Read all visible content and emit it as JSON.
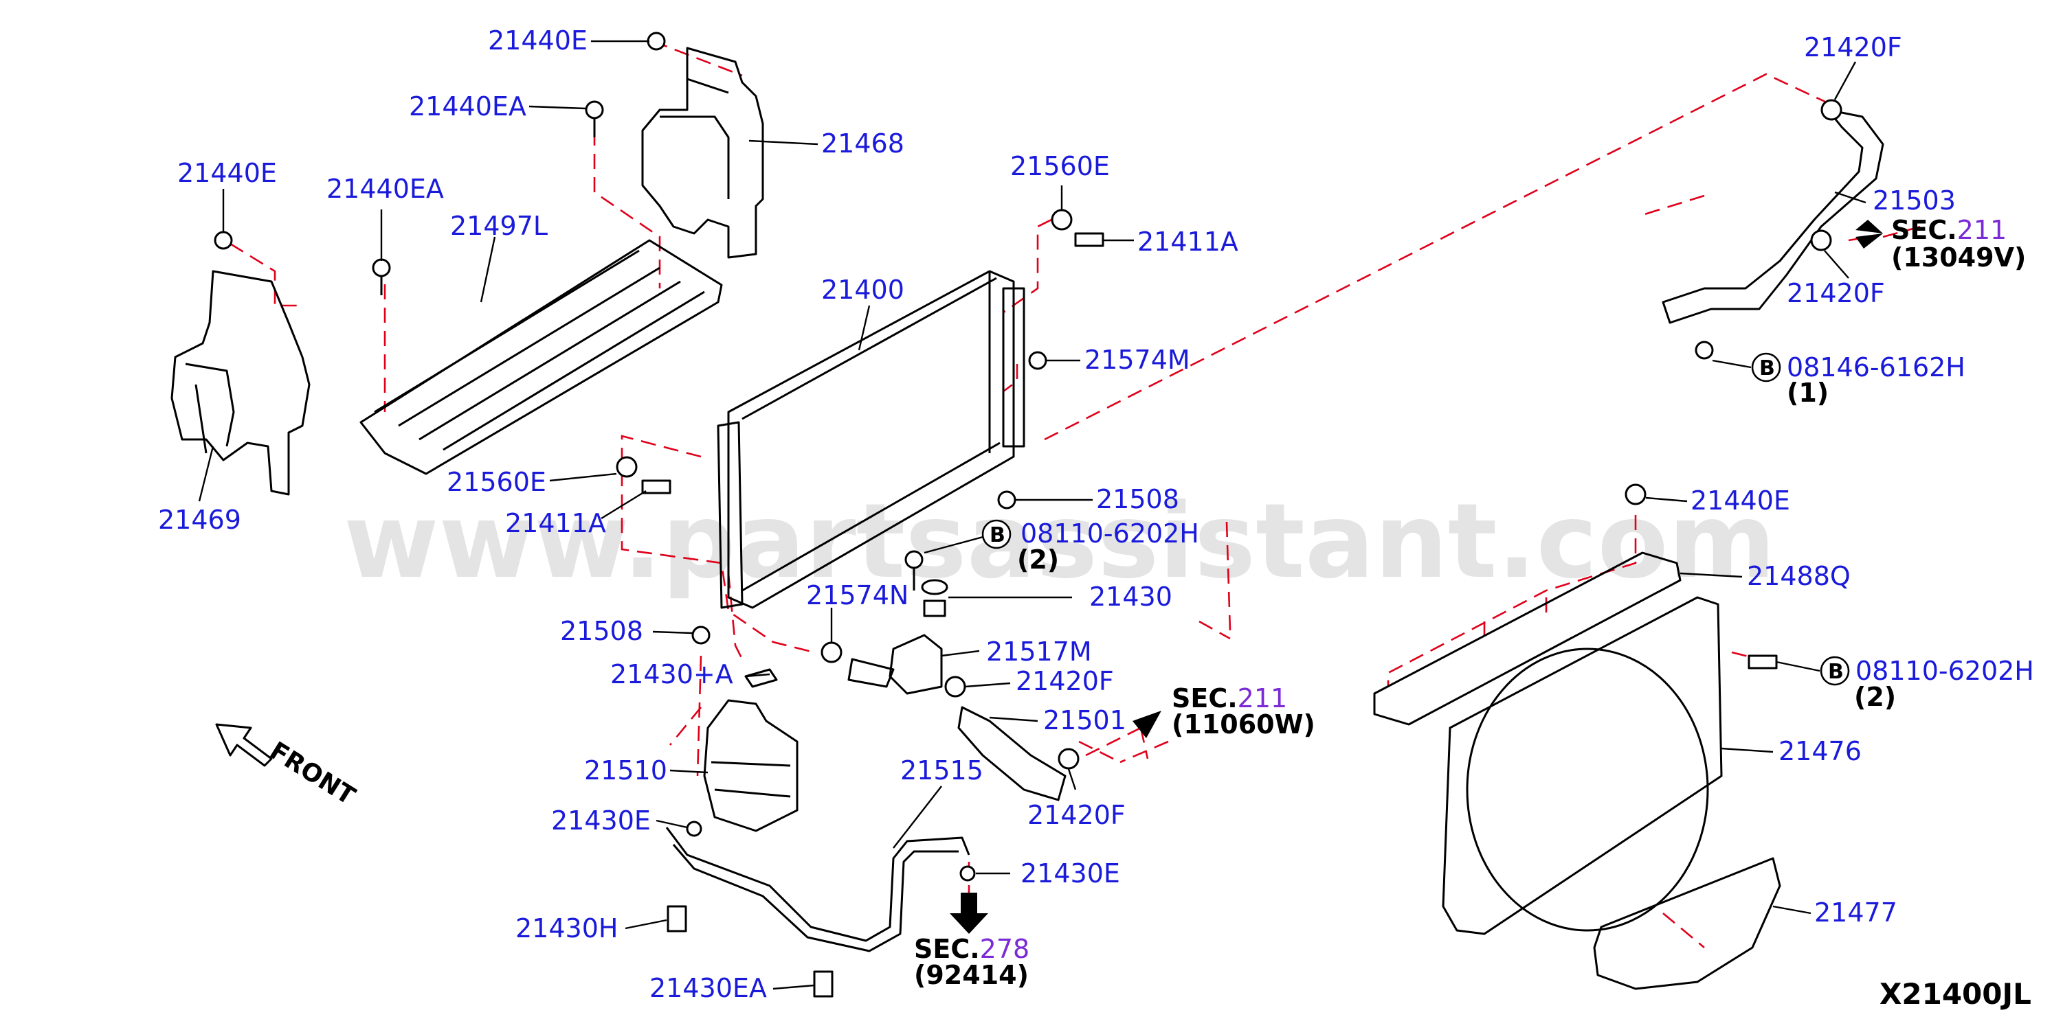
{
  "watermark": "www.partsassistant.com",
  "diagram_code": "X21400JL",
  "front_label": "FRONT",
  "bolt_marker": "B",
  "labels": {
    "p21440E_top": "21440E",
    "p21440EA_top": "21440EA",
    "p21468": "21468",
    "p21440E_left": "21440E",
    "p21440EA_left": "21440EA",
    "p21497L": "21497L",
    "p21469": "21469",
    "p21560E_top": "21560E",
    "p21411A_top": "21411A",
    "p21400": "21400",
    "p21574M": "21574M",
    "p21560E_mid": "21560E",
    "p21411A_mid": "21411A",
    "p21508_right": "21508",
    "p08110_mid": "08110-6202H",
    "p08110_mid_qty": "(2)",
    "p21574N": "21574N",
    "p21430": "21430",
    "p21508_left": "21508",
    "p21517M": "21517M",
    "p21430A": "21430+A",
    "p21420F_mid": "21420F",
    "p21501": "21501",
    "p21510": "21510",
    "p21515": "21515",
    "p21430E_left": "21430E",
    "p21420F_low": "21420F",
    "p21430E_right": "21430E",
    "p21430H": "21430H",
    "p21430EA": "21430EA",
    "p21420F_top": "21420F",
    "p21503": "21503",
    "p21420F_right": "21420F",
    "p08146": "08146-6162H",
    "p08146_qty": "(1)",
    "p21440E_right": "21440E",
    "p21488Q": "21488Q",
    "p08110_right": "08110-6202H",
    "p08110_right_qty": "(2)",
    "p21476": "21476",
    "p21477": "21477"
  },
  "sections": {
    "sec_upper": {
      "prefix": "SEC.",
      "num": "211",
      "code": "(13049V)"
    },
    "sec_mid": {
      "prefix": "SEC.",
      "num": "211",
      "code": "(11060W)"
    },
    "sec_low": {
      "prefix": "SEC.",
      "num": "278",
      "code": "(92414)"
    }
  },
  "colors": {
    "part_number": "#1a1adb",
    "section_number": "#7a2ad6",
    "dash_line": "#e0001a",
    "linework": "#000000",
    "watermark": "#cfcfcf"
  }
}
